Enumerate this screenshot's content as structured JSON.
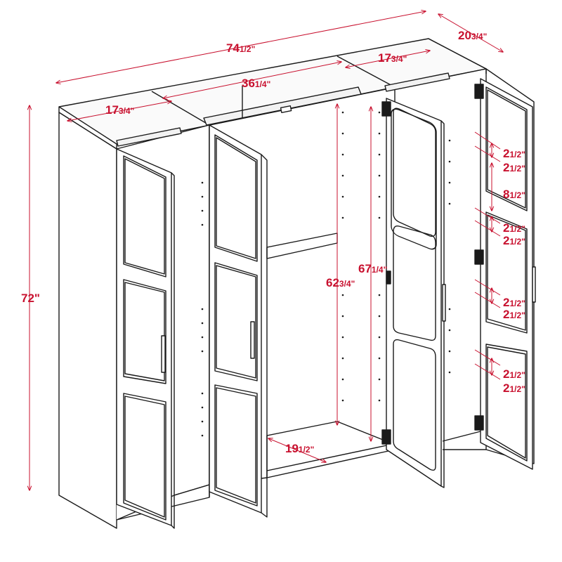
{
  "colors": {
    "dimension": "#c8102e",
    "outline": "#1a1a1a",
    "interior": "#d9d9d9",
    "background": "#ffffff"
  },
  "dimensions": {
    "overall_width": {
      "whole": "74",
      "fraction": "1/2\""
    },
    "overall_depth": {
      "whole": "20",
      "fraction": "3/4\""
    },
    "overall_height": {
      "whole": "72\"",
      "fraction": ""
    },
    "left_section_width": {
      "whole": "17",
      "fraction": "3/4\""
    },
    "right_section_width": {
      "whole": "17",
      "fraction": "3/4\""
    },
    "center_section_width": {
      "whole": "36",
      "fraction": "1/4\""
    },
    "center_interior_height": {
      "whole": "62",
      "fraction": "3/4\""
    },
    "door_height": {
      "whole": "67",
      "fraction": "1/4\""
    },
    "floor_depth": {
      "whole": "19",
      "fraction": "1/2\""
    },
    "panel_offset_1": {
      "whole": "2",
      "fraction": "1/2\""
    },
    "panel_offset_2": {
      "whole": "2",
      "fraction": "1/2\""
    },
    "panel_height": {
      "whole": "8",
      "fraction": "1/2\""
    },
    "panel_offset_3": {
      "whole": "2",
      "fraction": "1/2\""
    },
    "panel_offset_4": {
      "whole": "2",
      "fraction": "1/2\""
    },
    "panel_offset_5": {
      "whole": "2",
      "fraction": "1/2\""
    },
    "panel_offset_6": {
      "whole": "2",
      "fraction": "1/2\""
    },
    "panel_offset_7": {
      "whole": "2",
      "fraction": "1/2\""
    },
    "panel_offset_8": {
      "whole": "2",
      "fraction": "1/2\""
    }
  }
}
